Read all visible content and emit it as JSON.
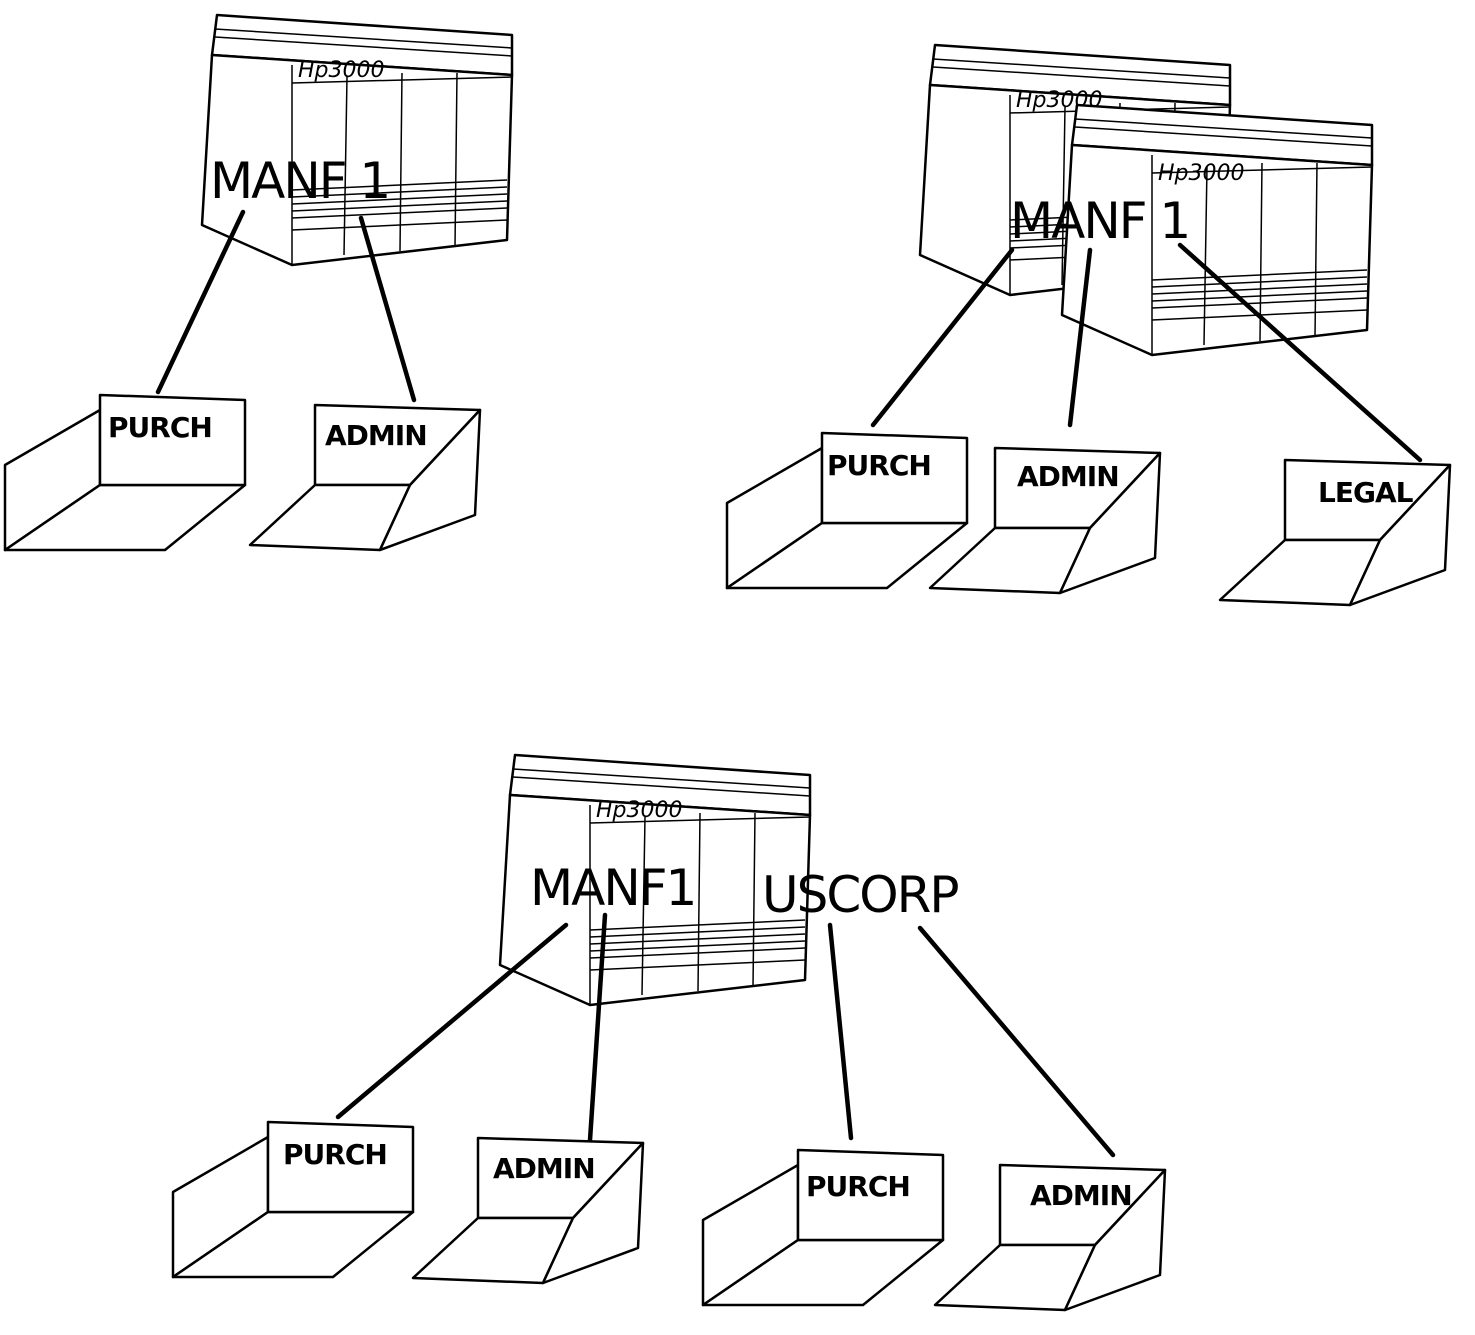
{
  "scenes": [
    {
      "id": "scene-1",
      "computers": [
        {
          "brand": "Hp3000"
        }
      ],
      "system_labels": [
        "MANF 1"
      ],
      "trays": [
        "PURCH",
        "ADMIN"
      ]
    },
    {
      "id": "scene-2",
      "computers": [
        {
          "brand": "Hp3000"
        },
        {
          "brand": "Hp3000"
        }
      ],
      "system_labels": [
        "MANF 1"
      ],
      "trays": [
        "PURCH",
        "ADMIN",
        "LEGAL"
      ]
    },
    {
      "id": "scene-3",
      "computers": [
        {
          "brand": "Hp3000"
        }
      ],
      "system_labels": [
        "MANF1",
        "USCORP"
      ],
      "trays": [
        "PURCH",
        "ADMIN",
        "PURCH",
        "ADMIN"
      ]
    }
  ],
  "colors": {
    "ink": "#000000",
    "paper": "#ffffff"
  }
}
